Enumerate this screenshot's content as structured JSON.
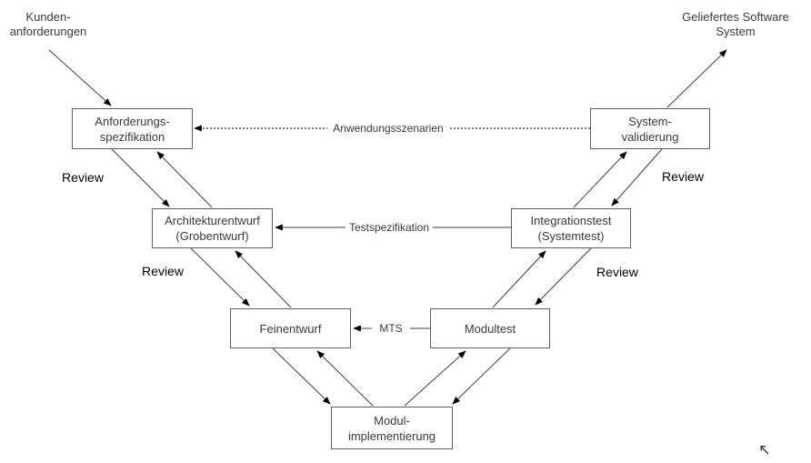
{
  "nodes": {
    "customer_requirements": {
      "line1": "Kunden-",
      "line2": "anforderungen"
    },
    "delivered_system": {
      "line1": "Geliefertes Software",
      "line2": "System"
    },
    "requirements_spec": {
      "line1": "Anforderungs-",
      "line2": "spezifikation"
    },
    "system_validation": {
      "line1": "System-",
      "line2": "validierung"
    },
    "architecture_design": {
      "line1": "Architekturentwurf",
      "line2": "(Grobentwurf)"
    },
    "integration_test": {
      "line1": "Integrationstest",
      "line2": "(Systemtest)"
    },
    "detailed_design": {
      "label": "Feinentwurf"
    },
    "module_test": {
      "label": "Modultest"
    },
    "module_implementation": {
      "line1": "Modul-",
      "line2": "implementierung"
    }
  },
  "edge_labels": {
    "application_scenarios": "Anwendungsszenarien",
    "test_specification": "Testspezifikation",
    "module_test_specification": "MTS",
    "review": "Review"
  },
  "colors": {
    "box_border": "#5f5f5f",
    "box_fill": "#ffffff",
    "line": "#3f3f3f",
    "arrowhead": "#000000",
    "text": "#3a3a3a",
    "review_text": "#000000",
    "background": "#ffffff"
  }
}
